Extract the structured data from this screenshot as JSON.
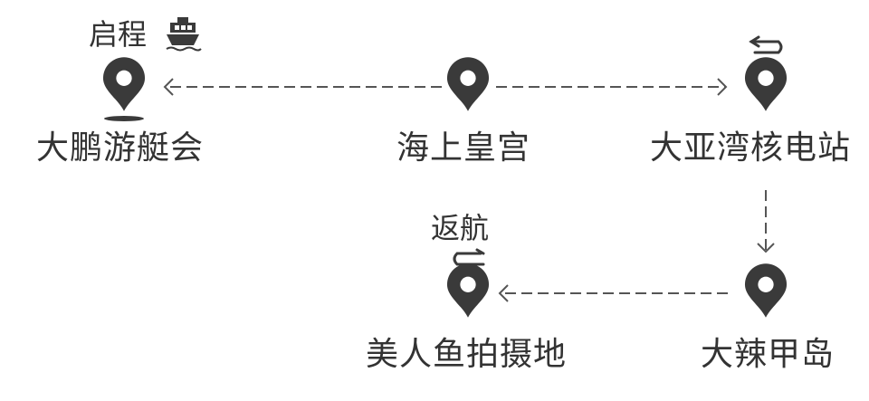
{
  "route": {
    "start_tag": "启程",
    "return_tag": "返航",
    "stops": [
      {
        "id": "dapeng",
        "name": "大鹏游艇会"
      },
      {
        "id": "haishang",
        "name": "海上皇宫"
      },
      {
        "id": "daya",
        "name": "大亚湾核电站"
      },
      {
        "id": "dala",
        "name": "大辣甲岛"
      },
      {
        "id": "meirenyu",
        "name": "美人鱼拍摄地"
      }
    ]
  },
  "colors": {
    "marker": "#3a3a3a",
    "line": "#555555",
    "text": "#333333"
  },
  "icons": [
    "map-pin-icon",
    "ship-icon",
    "u-turn-icon"
  ]
}
